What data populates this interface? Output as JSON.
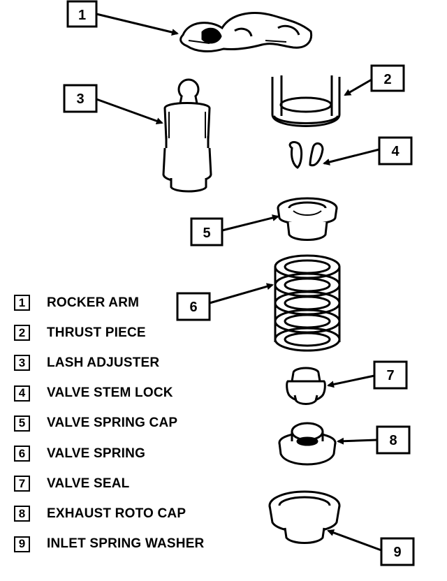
{
  "callouts": [
    {
      "number": "1"
    },
    {
      "number": "2"
    },
    {
      "number": "3"
    },
    {
      "number": "4"
    },
    {
      "number": "5"
    },
    {
      "number": "6"
    },
    {
      "number": "7"
    },
    {
      "number": "8"
    },
    {
      "number": "9"
    }
  ],
  "legend": [
    {
      "number": "1",
      "label": "ROCKER ARM"
    },
    {
      "number": "2",
      "label": "THRUST PIECE"
    },
    {
      "number": "3",
      "label": "LASH ADJUSTER"
    },
    {
      "number": "4",
      "label": "VALVE STEM LOCK"
    },
    {
      "number": "5",
      "label": "VALVE SPRING CAP"
    },
    {
      "number": "6",
      "label": "VALVE SPRING"
    },
    {
      "number": "7",
      "label": "VALVE SEAL"
    },
    {
      "number": "8",
      "label": "EXHAUST ROTO CAP"
    },
    {
      "number": "9",
      "label": "INLET SPRING WASHER"
    }
  ]
}
